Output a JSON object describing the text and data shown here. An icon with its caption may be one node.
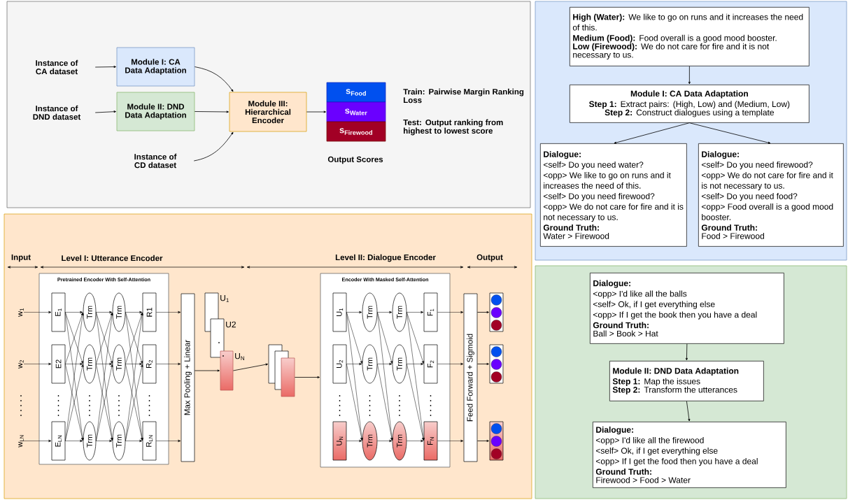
{
  "diagram": {
    "nodes": [
      {
        "text": [],
        "shape": "box"
      },
      {
        "text": [
          "Instance of CA dataset"
        ],
        "in": 0
      },
      {
        "text": [
          "Instance of DND dataset"
        ],
        "in": 0
      },
      {
        "text": [
          "Instance of CD dataset"
        ],
        "in": 0
      },
      {
        "text": [
          "Module I: CA Data Adaptation"
        ],
        "in": 0
      },
      {
        "text": [
          "Module II: DND Data Adaptation"
        ],
        "in": 0
      },
      {
        "text": [
          "Module III: Hierarchical Encoder"
        ],
        "in": 0
      },
      {
        "text": [
          "s$_{Food}$"
        ],
        "in": 0
      },
      {
        "text": [
          "s$_{Water}$"
        ],
        "in": 0
      },
      {
        "text": [
          "s$_{Firewood}$"
        ],
        "in": 0
      },
      {
        "text": [],
        "shape": "box"
      },
      {
        "text": [
          "Pretrained Encoder With Self-Attention"
        ],
        "in": 10
      },
      {
        "text": [
          "w$_{1}$"
        ],
        "in": 10
      },
      {
        "text": [
          "w$_{2}$"
        ],
        "in": 10
      },
      {
        "text": [
          "w$_{LN}$"
        ],
        "in": 10
      },
      {
        "text": [
          "E$_{1}$"
        ],
        "in": 11
      },
      {
        "text": [
          "E2"
        ],
        "in": 11
      },
      {
        "text": [
          "E$_{LN}$"
        ],
        "in": 11
      },
      {
        "text": [
          "Trm"
        ],
        "in": 11
      },
      {
        "text": [
          "Trm"
        ],
        "in": 11
      },
      {
        "text": [
          "Trm"
        ],
        "in": 11
      },
      {
        "text": [
          "Trm"
        ],
        "in": 11
      },
      {
        "text": [
          "Trm"
        ],
        "in": 11
      },
      {
        "text": [
          "Trm"
        ],
        "in": 11
      },
      {
        "text": [
          "R1"
        ],
        "in": 11
      },
      {
        "text": [
          "R$_{2}$"
        ],
        "in": 11
      },
      {
        "text": [
          "R$_{LN}$"
        ],
        "in": 11
      },
      {
        "text": [
          "Max Pooling + Linear"
        ],
        "in": 10
      },
      {
        "text": [],
        "shape": "box",
        "beside": [
          "U$_{1}$"
        ],
        "in": 10
      },
      {
        "text": [],
        "shape": "box",
        "beside": [
          "U2"
        ],
        "in": 10
      },
      {
        "text": [],
        "shape": "box",
        "beside": [
          "U$_{N}$"
        ],
        "in": 10
      },
      {
        "text": [],
        "shape": "box",
        "in": 10
      },
      {
        "text": [],
        "shape": "box",
        "in": 10
      },
      {
        "text": [],
        "shape": "box",
        "in": 10
      },
      {
        "text": [
          "Encoder With Masked Self-Attention"
        ],
        "in": 10
      },
      {
        "text": [
          "U$_{1}$"
        ],
        "in": 34
      },
      {
        "text": [
          "U$_{2}$"
        ],
        "in": 34
      },
      {
        "text": [
          "U$_{N}$"
        ],
        "in": 34
      },
      {
        "text": [
          "Trm"
        ],
        "in": 34
      },
      {
        "text": [
          "Trm"
        ],
        "in": 34
      },
      {
        "text": [
          "Trm"
        ],
        "in": 34
      },
      {
        "text": [
          "Trm"
        ],
        "in": 34
      },
      {
        "text": [
          "Trm"
        ],
        "in": 34
      },
      {
        "text": [
          "Trm"
        ],
        "in": 34
      },
      {
        "text": [
          "F$_{1}$"
        ],
        "in": 34
      },
      {
        "text": [
          "F$_{2}$"
        ],
        "in": 34
      },
      {
        "text": [
          "F$_{N}$"
        ],
        "in": 34
      },
      {
        "text": [
          "Feed Forward + Sigmoid"
        ],
        "in": 10
      },
      {
        "text": [],
        "shape": "box",
        "in": 10
      },
      {
        "text": [],
        "shape": "box",
        "in": 10
      },
      {
        "text": [],
        "shape": "box",
        "in": 10
      },
      {
        "text": [],
        "shape": "box"
      },
      {
        "text": [
          "**High (Water):** We like to go on runs and it increases the need of this.",
          "**Medium (Food):** Food overall is a good mood booster.",
          "**Low (Firewood):** We do not care for fire and it is not necessary to us."
        ],
        "in": 51
      },
      {
        "text": [
          "Module I: CA Data Adaptation",
          "**Step 1:** Extract pairs: (High, Low) and (Medium, Low)",
          "**Step 2:** Construct dialogues using a template"
        ],
        "in": 51
      },
      {
        "text": [
          "Dialogue:",
          "<self> Do you need water?",
          "<opp> We like to go on runs and it increases the need of this.",
          "<self> Do you need firewood?",
          "<opp> We do not care for fire and it is not necessary to us.",
          "Ground Truth:",
          "Water > Firewood"
        ],
        "in": 51
      },
      {
        "text": [
          "Dialogue:",
          "<self> Do you need firewood?",
          "<opp> We do not care for fire and it is not necessary to us.",
          "<self> Do you need food?",
          "<opp> Food overall is a good mood booster.",
          "Ground Truth:",
          "Food > Firewood"
        ],
        "in": 51
      },
      {
        "text": [],
        "shape": "box"
      },
      {
        "text": [
          "Dialogue:",
          "<opp> I'd like all the balls",
          "<self> Ok, if I get everything else",
          "<opp> If I get the book then you have a deal",
          "Ground Truth:",
          "Ball > Book > Hat"
        ],
        "in": 56
      },
      {
        "text": [
          "Module II: DND Data Adaptation",
          "**Step 1:** Map the issues",
          "**Step 2:** Transform the utterances"
        ],
        "in": 56
      },
      {
        "text": [
          "Dialogue:",
          "<opp> I'd like all the firewood",
          "<self> Ok, if I get everything else",
          "<opp> If I get the food then you have a deal",
          "Ground Truth:",
          "Firewood > Food > Water"
        ],
        "in": 56
      }
    ],
    "edges": [
      {
        "from": 1,
        "to": 4,
        "arrow": "to"
      },
      {
        "from": 2,
        "to": 5,
        "arrow": "to"
      },
      {
        "from": 4,
        "to": 6,
        "arrow": "to"
      },
      {
        "from": 5,
        "to": 6,
        "arrow": "to"
      },
      {
        "from": 3,
        "to": 6,
        "arrow": "to"
      },
      {
        "from": 6,
        "to": 8,
        "arrow": "to"
      },
      {
        "from": 12,
        "to": 15,
        "arrow": "to"
      },
      {
        "from": 13,
        "to": 16,
        "arrow": "to"
      },
      {
        "from": 14,
        "to": 17,
        "arrow": "to"
      },
      {
        "from": 15,
        "to": 18,
        "arrow": "to"
      },
      {
        "from": 15,
        "to": 19,
        "arrow": "to"
      },
      {
        "from": 15,
        "to": 20,
        "arrow": "to"
      },
      {
        "from": 16,
        "to": 18,
        "arrow": "to"
      },
      {
        "from": 16,
        "to": 19,
        "arrow": "to"
      },
      {
        "from": 16,
        "to": 20,
        "arrow": "to"
      },
      {
        "from": 17,
        "to": 18,
        "arrow": "to"
      },
      {
        "from": 17,
        "to": 19,
        "arrow": "to"
      },
      {
        "from": 17,
        "to": 20,
        "arrow": "to"
      },
      {
        "from": 18,
        "to": 21,
        "arrow": "to"
      },
      {
        "from": 18,
        "to": 22,
        "arrow": "to"
      },
      {
        "from": 18,
        "to": 23,
        "arrow": "to"
      },
      {
        "from": 19,
        "to": 21,
        "arrow": "to"
      },
      {
        "from": 19,
        "to": 22,
        "arrow": "to"
      },
      {
        "from": 19,
        "to": 23,
        "arrow": "to"
      },
      {
        "from": 20,
        "to": 21,
        "arrow": "to"
      },
      {
        "from": 20,
        "to": 22,
        "arrow": "to"
      },
      {
        "from": 20,
        "to": 23,
        "arrow": "to"
      },
      {
        "from": 21,
        "to": 24,
        "arrow": "to"
      },
      {
        "from": 21,
        "to": 25,
        "arrow": "to"
      },
      {
        "from": 21,
        "to": 26,
        "arrow": "to"
      },
      {
        "from": 22,
        "to": 24,
        "arrow": "to"
      },
      {
        "from": 22,
        "to": 25,
        "arrow": "to"
      },
      {
        "from": 22,
        "to": 26,
        "arrow": "to"
      },
      {
        "from": 23,
        "to": 24,
        "arrow": "to"
      },
      {
        "from": 23,
        "to": 25,
        "arrow": "to"
      },
      {
        "from": 23,
        "to": 26,
        "arrow": "to"
      },
      {
        "from": 24,
        "to": 27,
        "arrow": "to"
      },
      {
        "from": 25,
        "to": 27,
        "arrow": "to"
      },
      {
        "from": 26,
        "to": 27,
        "arrow": "to"
      },
      {
        "from": 27,
        "to": 30,
        "arrow": "to"
      },
      {
        "from": 30,
        "to": 31,
        "arrow": "to"
      },
      {
        "from": 33,
        "to": 34,
        "arrow": "to"
      },
      {
        "from": 35,
        "to": 38,
        "arrow": "to"
      },
      {
        "from": 35,
        "to": 39,
        "arrow": "to"
      },
      {
        "from": 35,
        "to": 40,
        "arrow": "to"
      },
      {
        "from": 36,
        "to": 39,
        "arrow": "to"
      },
      {
        "from": 36,
        "to": 40,
        "arrow": "to"
      },
      {
        "from": 37,
        "to": 40,
        "arrow": "to"
      },
      {
        "from": 38,
        "to": 41,
        "arrow": "to"
      },
      {
        "from": 38,
        "to": 42,
        "arrow": "to"
      },
      {
        "from": 38,
        "to": 43,
        "arrow": "to"
      },
      {
        "from": 39,
        "to": 42,
        "arrow": "to"
      },
      {
        "from": 39,
        "to": 43,
        "arrow": "to"
      },
      {
        "from": 40,
        "to": 43,
        "arrow": "to"
      },
      {
        "from": 41,
        "to": 44,
        "arrow": "to"
      },
      {
        "from": 41,
        "to": 45,
        "arrow": "to"
      },
      {
        "from": 41,
        "to": 46,
        "arrow": "to"
      },
      {
        "from": 42,
        "to": 45,
        "arrow": "to"
      },
      {
        "from": 42,
        "to": 46,
        "arrow": "to"
      },
      {
        "from": 43,
        "to": 46,
        "arrow": "to"
      },
      {
        "from": 44,
        "to": 47,
        "arrow": "to"
      },
      {
        "from": 45,
        "to": 47,
        "arrow": "to"
      },
      {
        "from": 46,
        "to": 47,
        "arrow": "to"
      },
      {
        "from": 47,
        "to": 48,
        "arrow": "to"
      },
      {
        "from": 47,
        "to": 49,
        "arrow": "to"
      },
      {
        "from": 47,
        "to": 50,
        "arrow": "to"
      },
      {
        "from": 52,
        "to": 53,
        "arrow": "to"
      },
      {
        "from": 53,
        "to": 54,
        "arrow": "to"
      },
      {
        "from": 53,
        "to": 55,
        "arrow": "to"
      },
      {
        "from": 57,
        "to": 58,
        "arrow": "to"
      },
      {
        "from": 58,
        "to": 59,
        "arrow": "to"
      }
    ],
    "labels": [
      "Output Scores",
      "Train: Pairwise Margin Ranking Loss",
      "Test: Output ranking from highest to lowest score",
      "Input",
      "Level I: Utterance Encoder",
      "Level II: Dialogue Encoder",
      "Output"
    ]
  }
}
